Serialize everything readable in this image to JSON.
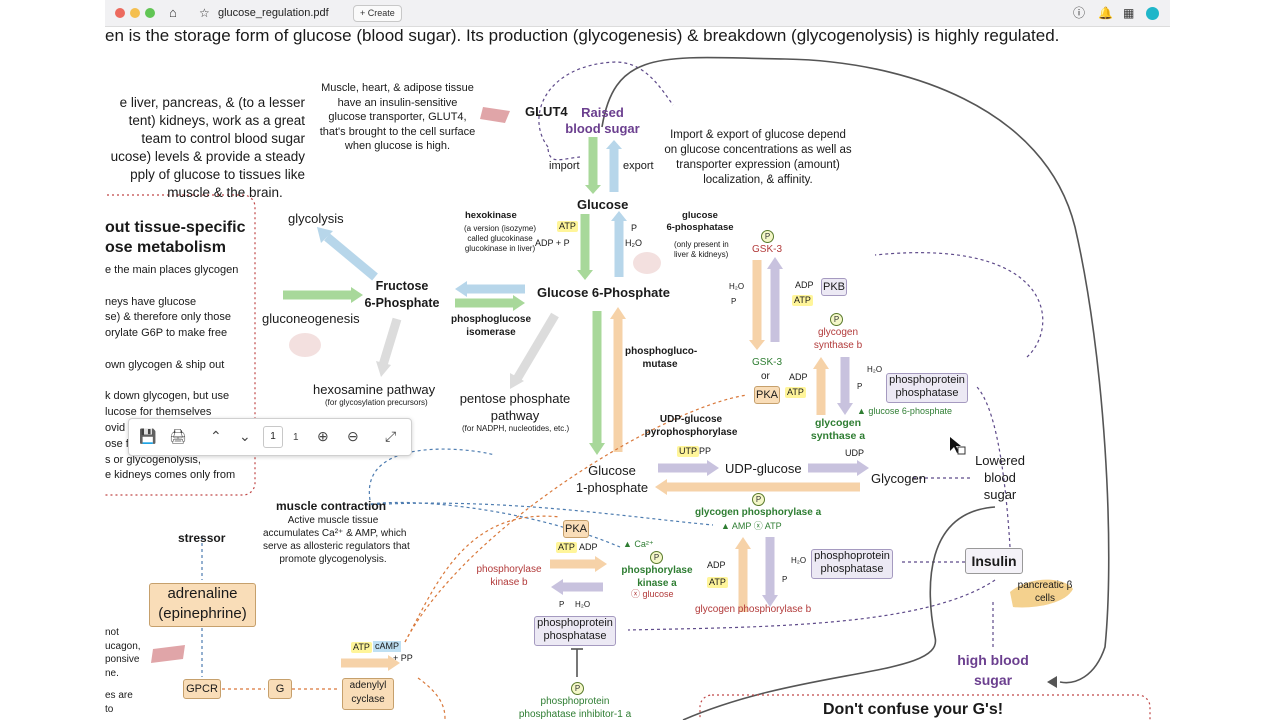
{
  "browser": {
    "tab_title": "glucose_regulation.pdf",
    "create_label": "Create",
    "window_colors": {
      "close": "#ec6a5e",
      "min": "#f4bf4f",
      "max": "#61c554"
    }
  },
  "doc": {
    "header": "en is the storage form of glucose (blood sugar). Its production (glycogenesis) & breakdown (glycogenolysis) is highly regulated.",
    "left_para": [
      "e liver, pancreas, & (to a lesser",
      "tent) kidneys, work as a great",
      "team to control blood sugar",
      "ucose) levels & provide a steady",
      "pply of glucose to tissues like",
      "muscle & the brain."
    ],
    "tissue_title": [
      "out tissue-specific",
      "ose metabolism"
    ],
    "tissue_lines": [
      "e the main places glycogen",
      "",
      "neys have glucose",
      "se) & therefore only those",
      "orylate G6P to make free",
      "",
      "own glycogen & ship out",
      "",
      "k down glycogen, but use",
      "lucose for themselves",
      "ovid",
      "ose fr",
      "s or glycogenolysis,",
      "e kidneys  comes only from"
    ],
    "glut4_text": [
      "Muscle, heart, & adipose tissue",
      "have an insulin-sensitive",
      "glucose transporter, GLUT4,",
      "that's brought to the cell surface",
      "when glucose is high."
    ],
    "glut4": "GLUT4",
    "raised_bg": [
      "Raised",
      "blood sugar"
    ],
    "import": "import",
    "export": "export",
    "import_export_text": [
      "Import & export of glucose depend",
      "on glucose concentrations as well as",
      "transporter expression (amount)",
      "localization, & affinity."
    ],
    "glucose": "Glucose",
    "hexokinase": "hexokinase",
    "hexokinase_note": [
      "(a version (isozyme)",
      "called glucokinase",
      "glucokinase in liver)"
    ],
    "atp": "ATP",
    "adp": "ADP",
    "adp_pi": "ADP + P",
    "g6pase": [
      "glucose",
      "6-phosphatase"
    ],
    "g6pase_note": [
      "(only present in",
      "liver & kidneys)"
    ],
    "pi": "P",
    "h2o": "H₂O",
    "glycolysis": "glycolysis",
    "gluconeogenesis": "gluconeogenesis",
    "f6p": [
      "Fructose",
      "6-Phosphate"
    ],
    "g6p": "Glucose 6-Phosphate",
    "pgi": [
      "phosphoglucose",
      "isomerase"
    ],
    "hexosamine": "hexosamine pathway",
    "hexosamine_note": "(for glycosylation precursors)",
    "pentose": [
      "pentose phosphate",
      "pathway"
    ],
    "pentose_note": "(for NADPH, nucleotides, etc.)",
    "pgm": [
      "phosphogluco-",
      "mutase"
    ],
    "udpgp": [
      "UDP-glucose",
      "pyrophosphorylase"
    ],
    "utp": "UTP",
    "ppi": "PP",
    "udp_glucose": "UDP-glucose",
    "udp": "UDP",
    "g1p": [
      "Glucose",
      "1-phosphate"
    ],
    "glycogen": "Glycogen",
    "lowered_bg": [
      "Lowered",
      "blood",
      "sugar"
    ],
    "gsk3": "GSK-3",
    "or": "or",
    "pka": "PKA",
    "pkb": "PKB",
    "p_marker": "P",
    "gs_b": [
      "glycogen",
      "synthase b"
    ],
    "gs_a": [
      "glycogen",
      "synthase a"
    ],
    "g6p_activator": "▲ glucose 6-phosphate",
    "pp_label": [
      "phosphoprotein",
      "phosphatase"
    ],
    "gp_a": "glycogen phosphorylase a",
    "gp_a_reg": "▲ AMP ⓧ ATP",
    "gp_b": "glycogen phosphorylase b",
    "insulin": "Insulin",
    "pancreatic": [
      "pancreatic β",
      "cells"
    ],
    "high_bg": [
      "high blood",
      "sugar"
    ],
    "muscle_contraction": "muscle contraction",
    "muscle_text": [
      "Active muscle tissue",
      "accumulates Ca²⁺ & AMP, which",
      "serve as allosteric regulators that",
      "promote glycogenolysis."
    ],
    "stressor": "stressor",
    "adrenaline": [
      "adrenaline",
      "(epinephrine)"
    ],
    "gpcr": "GPCR",
    "gsa": "G",
    "adenylyl": [
      "adenylyl",
      "cyclase"
    ],
    "camp": "cAMP",
    "camp_pp": "+ PP",
    "phk_b": [
      "phosphorylase",
      "kinase b"
    ],
    "phk_a": [
      "phosphorylase",
      "kinase a"
    ],
    "phk_a_reg": "ⓧ glucose",
    "ca_act": "▲ Ca²⁺",
    "ppi1": [
      "phosphoprotein",
      "phosphatase inhibitor-1 a"
    ],
    "dont_confuse": "Don't confuse your G's!",
    "left_fragments": [
      "not",
      "ucagon,",
      "ponsive",
      "ne.",
      "es are",
      "to"
    ]
  },
  "pdf_toolbar": {
    "page_value": "1",
    "page_total": "1"
  }
}
